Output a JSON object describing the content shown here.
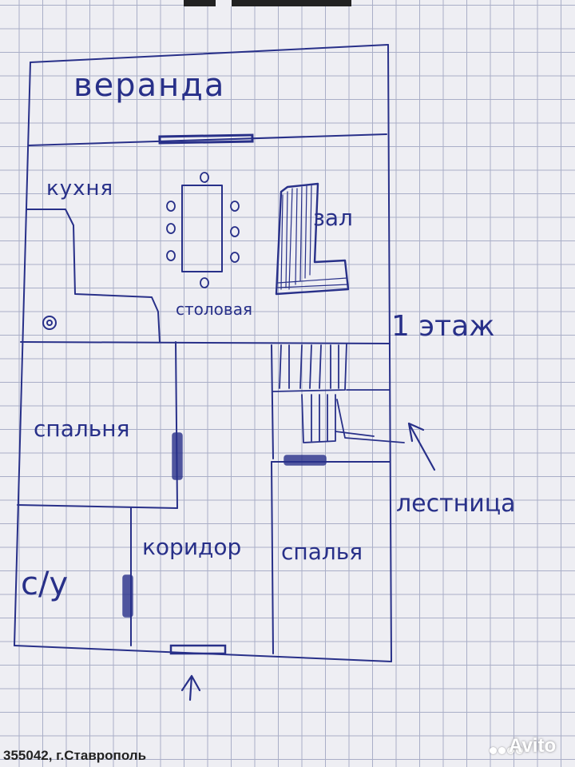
{
  "labels": {
    "veranda": "веранда",
    "kitchen": "кухня",
    "hall": "зал",
    "dining": "столовая",
    "floor": "1 этаж",
    "bedroom_left": "спальня",
    "bedroom_right": "спалья",
    "corridor": "коридор",
    "bathroom": "с/у",
    "stairs": "лестница"
  },
  "footer": {
    "address_fragment": "355042, г.Ставрополь"
  },
  "watermark": {
    "brand": "Avito"
  },
  "colors": {
    "ink": "#283089",
    "paper": "#eeeef3",
    "grid": "#a9aec7"
  }
}
